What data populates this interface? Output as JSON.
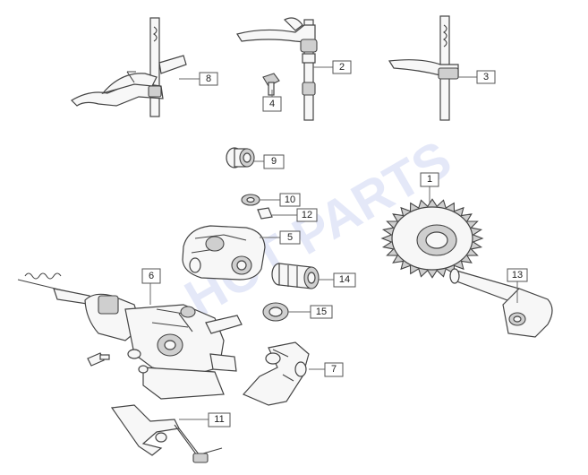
{
  "watermark": "HOT PARTS",
  "callouts": [
    {
      "id": "c1",
      "label": "1"
    },
    {
      "id": "c2",
      "label": "2"
    },
    {
      "id": "c3",
      "label": "3"
    },
    {
      "id": "c4",
      "label": "4"
    },
    {
      "id": "c5",
      "label": "5"
    },
    {
      "id": "c6",
      "label": "6"
    },
    {
      "id": "c7",
      "label": "7"
    },
    {
      "id": "c8",
      "label": "8"
    },
    {
      "id": "c9",
      "label": "9"
    },
    {
      "id": "c10",
      "label": "10"
    },
    {
      "id": "c11",
      "label": "11"
    },
    {
      "id": "c12",
      "label": "12"
    },
    {
      "id": "c13",
      "label": "13"
    },
    {
      "id": "c14",
      "label": "14"
    },
    {
      "id": "c15",
      "label": "15"
    }
  ]
}
